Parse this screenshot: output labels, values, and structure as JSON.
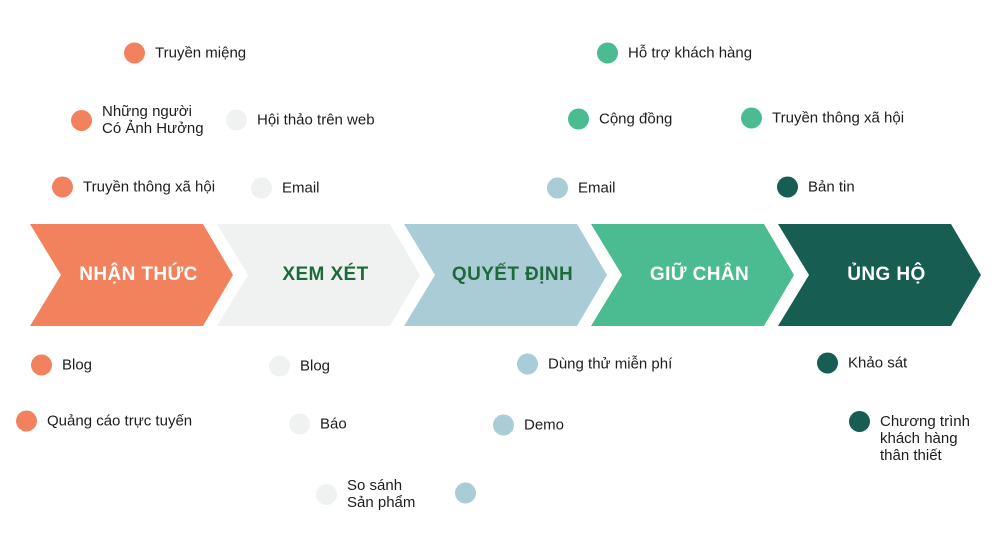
{
  "palette": {
    "awareness": "#F2825D",
    "consideration": "#EFF2F1",
    "decision": "#A9CCD7",
    "retention": "#4BBB92",
    "advocacy": "#175D52",
    "stage_text_green": "#1E6B3A",
    "label_text": "#1D1D1B",
    "white": "#FFFFFF"
  },
  "stages": [
    {
      "key": "awareness",
      "label": "NHẬN THỨC"
    },
    {
      "key": "consideration",
      "label": "XEM XÉT"
    },
    {
      "key": "decision",
      "label": "QUYẾT ĐỊNH"
    },
    {
      "key": "retention",
      "label": "GIỮ CHÂN"
    },
    {
      "key": "advocacy",
      "label": "ỦNG HỘ"
    }
  ],
  "touchpoints": [
    {
      "label": "Truyền miệng",
      "stage": "awareness"
    },
    {
      "label": "Những người\nCó Ảnh Hưởng",
      "stage": "awareness"
    },
    {
      "label": "Hội thảo trên web",
      "stage": "consideration"
    },
    {
      "label": "Truyền thông xã hội",
      "stage": "awareness"
    },
    {
      "label": "Email",
      "stage": "consideration"
    },
    {
      "label": "Hỗ trợ khách hàng",
      "stage": "retention"
    },
    {
      "label": "Cộng đồng",
      "stage": "retention"
    },
    {
      "label": "Truyền thông xã hội",
      "stage": "retention"
    },
    {
      "label": "Email",
      "stage": "decision"
    },
    {
      "label": "Bản tin",
      "stage": "advocacy"
    },
    {
      "label": "Blog",
      "stage": "awareness"
    },
    {
      "label": "Blog",
      "stage": "consideration"
    },
    {
      "label": "Quảng cáo trực tuyến",
      "stage": "awareness"
    },
    {
      "label": "Báo",
      "stage": "consideration"
    },
    {
      "label": "So sánh\nSản phẩm",
      "stage": "consideration"
    },
    {
      "label": "",
      "stage": "decision"
    },
    {
      "label": "Dùng thử miễn phí",
      "stage": "decision"
    },
    {
      "label": "Demo",
      "stage": "decision"
    },
    {
      "label": "Khảo sát",
      "stage": "advocacy"
    },
    {
      "label": "Chương trình\nkhách hàng\nthân thiết",
      "stage": "advocacy"
    }
  ]
}
